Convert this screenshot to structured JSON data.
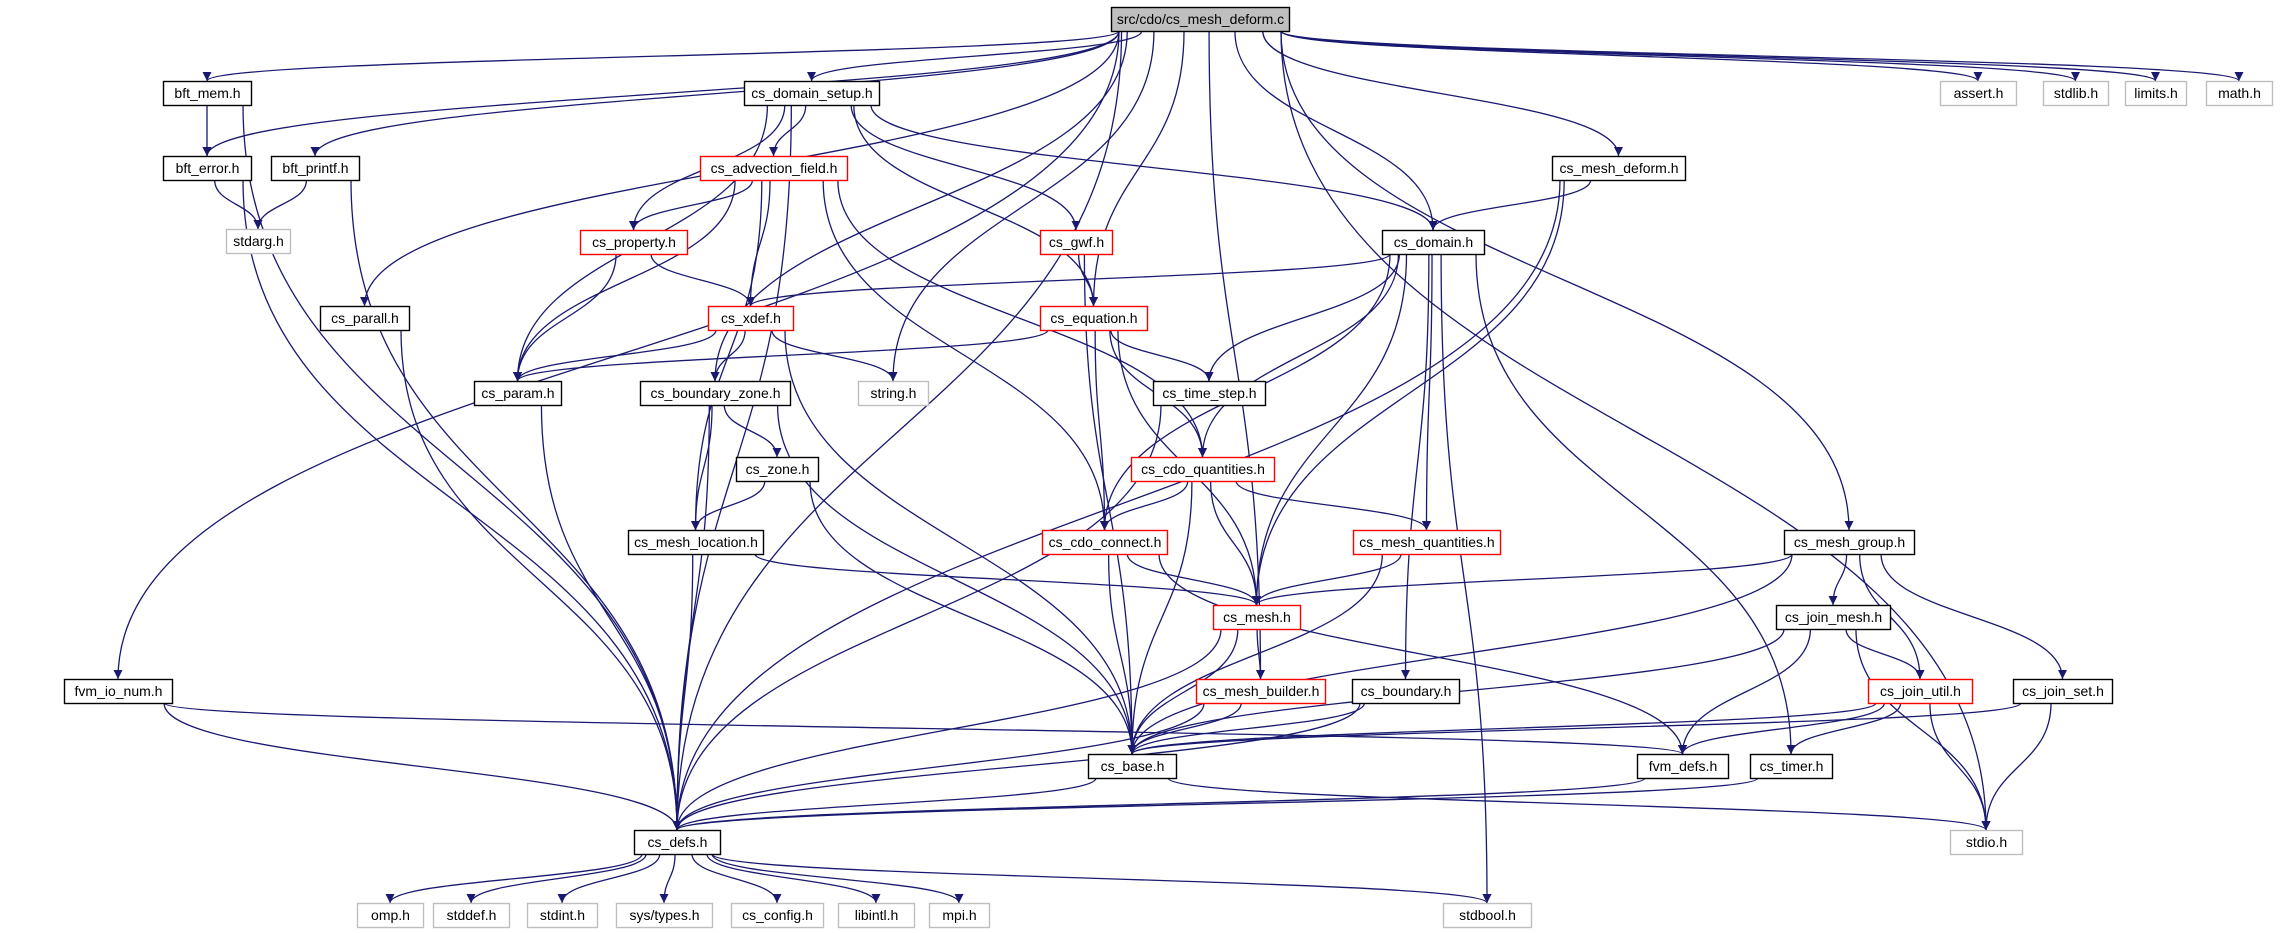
{
  "colors": {
    "edge": "#191970",
    "node_border": "#000000",
    "node_border_incomplete": "#ff0000",
    "node_border_external": "#bfbfbf",
    "root_fill": "#bfbfbf",
    "node_fill": "#ffffff",
    "text": "#000000"
  },
  "nodes": [
    {
      "id": "root",
      "label": "src/cdo/cs_mesh_deform.c",
      "style": "root"
    },
    {
      "id": "bft_mem",
      "label": "bft_mem.h",
      "style": "normal"
    },
    {
      "id": "bft_error",
      "label": "bft_error.h",
      "style": "normal"
    },
    {
      "id": "bft_printf",
      "label": "bft_printf.h",
      "style": "normal"
    },
    {
      "id": "stdarg",
      "label": "stdarg.h",
      "style": "external"
    },
    {
      "id": "cs_domain_setup",
      "label": "cs_domain_setup.h",
      "style": "normal"
    },
    {
      "id": "cs_advection_field",
      "label": "cs_advection_field.h",
      "style": "incomplete"
    },
    {
      "id": "cs_property",
      "label": "cs_property.h",
      "style": "incomplete"
    },
    {
      "id": "cs_gwf",
      "label": "cs_gwf.h",
      "style": "incomplete"
    },
    {
      "id": "cs_xdef",
      "label": "cs_xdef.h",
      "style": "incomplete"
    },
    {
      "id": "cs_equation",
      "label": "cs_equation.h",
      "style": "incomplete"
    },
    {
      "id": "cs_parall",
      "label": "cs_parall.h",
      "style": "normal"
    },
    {
      "id": "cs_param",
      "label": "cs_param.h",
      "style": "normal"
    },
    {
      "id": "cs_boundary_zone",
      "label": "cs_boundary_zone.h",
      "style": "normal"
    },
    {
      "id": "string",
      "label": "string.h",
      "style": "external"
    },
    {
      "id": "cs_time_step",
      "label": "cs_time_step.h",
      "style": "normal"
    },
    {
      "id": "cs_zone",
      "label": "cs_zone.h",
      "style": "normal"
    },
    {
      "id": "cs_cdo_quantities",
      "label": "cs_cdo_quantities.h",
      "style": "incomplete"
    },
    {
      "id": "cs_mesh_location",
      "label": "cs_mesh_location.h",
      "style": "normal"
    },
    {
      "id": "cs_cdo_connect",
      "label": "cs_cdo_connect.h",
      "style": "incomplete"
    },
    {
      "id": "cs_mesh_quantities",
      "label": "cs_mesh_quantities.h",
      "style": "incomplete"
    },
    {
      "id": "cs_mesh",
      "label": "cs_mesh.h",
      "style": "incomplete"
    },
    {
      "id": "cs_mesh_builder",
      "label": "cs_mesh_builder.h",
      "style": "incomplete"
    },
    {
      "id": "cs_boundary",
      "label": "cs_boundary.h",
      "style": "normal"
    },
    {
      "id": "cs_base",
      "label": "cs_base.h",
      "style": "normal"
    },
    {
      "id": "fvm_io_num",
      "label": "fvm_io_num.h",
      "style": "normal"
    },
    {
      "id": "fvm_defs",
      "label": "fvm_defs.h",
      "style": "normal"
    },
    {
      "id": "cs_timer",
      "label": "cs_timer.h",
      "style": "normal"
    },
    {
      "id": "cs_join_util",
      "label": "cs_join_util.h",
      "style": "incomplete"
    },
    {
      "id": "cs_join_mesh",
      "label": "cs_join_mesh.h",
      "style": "normal"
    },
    {
      "id": "cs_mesh_group",
      "label": "cs_mesh_group.h",
      "style": "normal"
    },
    {
      "id": "cs_join_set",
      "label": "cs_join_set.h",
      "style": "normal"
    },
    {
      "id": "cs_mesh_deform_h",
      "label": "cs_mesh_deform.h",
      "style": "normal"
    },
    {
      "id": "cs_domain",
      "label": "cs_domain.h",
      "style": "normal"
    },
    {
      "id": "assert",
      "label": "assert.h",
      "style": "external"
    },
    {
      "id": "stdlib",
      "label": "stdlib.h",
      "style": "external"
    },
    {
      "id": "limits",
      "label": "limits.h",
      "style": "external"
    },
    {
      "id": "math",
      "label": "math.h",
      "style": "external"
    },
    {
      "id": "stdio",
      "label": "stdio.h",
      "style": "external"
    },
    {
      "id": "cs_defs",
      "label": "cs_defs.h",
      "style": "normal"
    },
    {
      "id": "omp",
      "label": "omp.h",
      "style": "external"
    },
    {
      "id": "stddef",
      "label": "stddef.h",
      "style": "external"
    },
    {
      "id": "stdint",
      "label": "stdint.h",
      "style": "external"
    },
    {
      "id": "sys_types",
      "label": "sys/types.h",
      "style": "external"
    },
    {
      "id": "cs_config",
      "label": "cs_config.h",
      "style": "external"
    },
    {
      "id": "libintl",
      "label": "libintl.h",
      "style": "external"
    },
    {
      "id": "mpi",
      "label": "mpi.h",
      "style": "external"
    },
    {
      "id": "stdbool",
      "label": "stdbool.h",
      "style": "external"
    }
  ],
  "edges": [
    [
      "root",
      "bft_mem"
    ],
    [
      "root",
      "bft_error"
    ],
    [
      "root",
      "bft_printf"
    ],
    [
      "root",
      "cs_defs"
    ],
    [
      "root",
      "fvm_io_num"
    ],
    [
      "root",
      "cs_parall"
    ],
    [
      "root",
      "cs_domain_setup"
    ],
    [
      "root",
      "cs_boundary_zone"
    ],
    [
      "root",
      "string"
    ],
    [
      "root",
      "cs_equation"
    ],
    [
      "root",
      "cs_domain"
    ],
    [
      "root",
      "cs_mesh_deform_h"
    ],
    [
      "root",
      "cs_mesh_builder"
    ],
    [
      "root",
      "cs_mesh_group"
    ],
    [
      "root",
      "assert"
    ],
    [
      "root",
      "stdlib"
    ],
    [
      "root",
      "limits"
    ],
    [
      "root",
      "math"
    ],
    [
      "root",
      "stdio"
    ],
    [
      "bft_mem",
      "bft_error"
    ],
    [
      "bft_mem",
      "cs_defs"
    ],
    [
      "bft_error",
      "stdarg"
    ],
    [
      "bft_error",
      "cs_defs"
    ],
    [
      "bft_printf",
      "stdarg"
    ],
    [
      "bft_printf",
      "cs_defs"
    ],
    [
      "cs_parall",
      "cs_defs"
    ],
    [
      "cs_domain_setup",
      "cs_advection_field"
    ],
    [
      "cs_domain_setup",
      "cs_property"
    ],
    [
      "cs_domain_setup",
      "cs_gwf"
    ],
    [
      "cs_domain_setup",
      "cs_equation"
    ],
    [
      "cs_domain_setup",
      "cs_domain"
    ],
    [
      "cs_domain_setup",
      "cs_param"
    ],
    [
      "cs_domain_setup",
      "cs_defs"
    ],
    [
      "cs_advection_field",
      "cs_property"
    ],
    [
      "cs_advection_field",
      "cs_xdef"
    ],
    [
      "cs_advection_field",
      "cs_param"
    ],
    [
      "cs_advection_field",
      "cs_mesh_location"
    ],
    [
      "cs_advection_field",
      "cs_cdo_connect"
    ],
    [
      "cs_advection_field",
      "cs_cdo_quantities"
    ],
    [
      "cs_property",
      "cs_xdef"
    ],
    [
      "cs_property",
      "cs_param"
    ],
    [
      "cs_gwf",
      "cs_equation"
    ],
    [
      "cs_gwf",
      "cs_base"
    ],
    [
      "cs_xdef",
      "cs_param"
    ],
    [
      "cs_xdef",
      "cs_boundary_zone"
    ],
    [
      "cs_xdef",
      "string"
    ],
    [
      "cs_xdef",
      "cs_base"
    ],
    [
      "cs_equation",
      "cs_param"
    ],
    [
      "cs_equation",
      "cs_time_step"
    ],
    [
      "cs_equation",
      "cs_cdo_quantities"
    ],
    [
      "cs_equation",
      "cs_cdo_connect"
    ],
    [
      "cs_equation",
      "cs_mesh"
    ],
    [
      "cs_param",
      "cs_defs"
    ],
    [
      "cs_boundary_zone",
      "cs_zone"
    ],
    [
      "cs_boundary_zone",
      "cs_mesh_location"
    ],
    [
      "cs_boundary_zone",
      "cs_base"
    ],
    [
      "cs_boundary_zone",
      "cs_defs"
    ],
    [
      "cs_time_step",
      "cs_defs"
    ],
    [
      "cs_zone",
      "cs_mesh_location"
    ],
    [
      "cs_zone",
      "cs_base"
    ],
    [
      "cs_mesh_location",
      "cs_mesh"
    ],
    [
      "cs_mesh_location",
      "cs_defs"
    ],
    [
      "cs_cdo_quantities",
      "cs_cdo_connect"
    ],
    [
      "cs_cdo_quantities",
      "cs_mesh_quantities"
    ],
    [
      "cs_cdo_quantities",
      "cs_mesh"
    ],
    [
      "cs_cdo_quantities",
      "cs_base"
    ],
    [
      "cs_cdo_connect",
      "cs_mesh"
    ],
    [
      "cs_cdo_connect",
      "cs_base"
    ],
    [
      "cs_cdo_connect",
      "fvm_defs"
    ],
    [
      "cs_mesh_quantities",
      "cs_mesh"
    ],
    [
      "cs_mesh_quantities",
      "cs_base"
    ],
    [
      "cs_mesh",
      "cs_mesh_builder"
    ],
    [
      "cs_mesh",
      "cs_base"
    ],
    [
      "cs_mesh",
      "cs_defs"
    ],
    [
      "cs_mesh_builder",
      "cs_base"
    ],
    [
      "cs_mesh_builder",
      "cs_defs"
    ],
    [
      "cs_boundary",
      "cs_base"
    ],
    [
      "cs_boundary",
      "cs_defs"
    ],
    [
      "cs_base",
      "cs_defs"
    ],
    [
      "cs_base",
      "stdio"
    ],
    [
      "fvm_io_num",
      "fvm_defs"
    ],
    [
      "fvm_io_num",
      "cs_defs"
    ],
    [
      "fvm_defs",
      "cs_defs"
    ],
    [
      "cs_timer",
      "cs_defs"
    ],
    [
      "cs_join_util",
      "cs_base"
    ],
    [
      "cs_join_util",
      "fvm_defs"
    ],
    [
      "cs_join_util",
      "cs_timer"
    ],
    [
      "cs_join_util",
      "stdio"
    ],
    [
      "cs_join_mesh",
      "cs_join_util"
    ],
    [
      "cs_join_mesh",
      "fvm_defs"
    ],
    [
      "cs_join_mesh",
      "cs_base"
    ],
    [
      "cs_join_mesh",
      "stdio"
    ],
    [
      "cs_mesh_group",
      "cs_join_mesh"
    ],
    [
      "cs_mesh_group",
      "cs_join_util"
    ],
    [
      "cs_mesh_group",
      "cs_join_set"
    ],
    [
      "cs_mesh_group",
      "cs_mesh"
    ],
    [
      "cs_mesh_group",
      "cs_base"
    ],
    [
      "cs_join_set",
      "cs_base"
    ],
    [
      "cs_join_set",
      "stdio"
    ],
    [
      "cs_mesh_deform_h",
      "cs_domain"
    ],
    [
      "cs_mesh_deform_h",
      "cs_mesh"
    ],
    [
      "cs_mesh_deform_h",
      "cs_defs"
    ],
    [
      "cs_domain",
      "cs_xdef"
    ],
    [
      "cs_domain",
      "cs_time_step"
    ],
    [
      "cs_domain",
      "cs_cdo_quantities"
    ],
    [
      "cs_domain",
      "cs_cdo_connect"
    ],
    [
      "cs_domain",
      "cs_mesh_quantities"
    ],
    [
      "cs_domain",
      "cs_mesh"
    ],
    [
      "cs_domain",
      "cs_boundary"
    ],
    [
      "cs_domain",
      "cs_timer"
    ],
    [
      "cs_domain",
      "stdbool"
    ],
    [
      "cs_defs",
      "omp"
    ],
    [
      "cs_defs",
      "stddef"
    ],
    [
      "cs_defs",
      "stdint"
    ],
    [
      "cs_defs",
      "sys_types"
    ],
    [
      "cs_defs",
      "cs_config"
    ],
    [
      "cs_defs",
      "libintl"
    ],
    [
      "cs_defs",
      "mpi"
    ],
    [
      "cs_defs",
      "stdbool"
    ]
  ]
}
